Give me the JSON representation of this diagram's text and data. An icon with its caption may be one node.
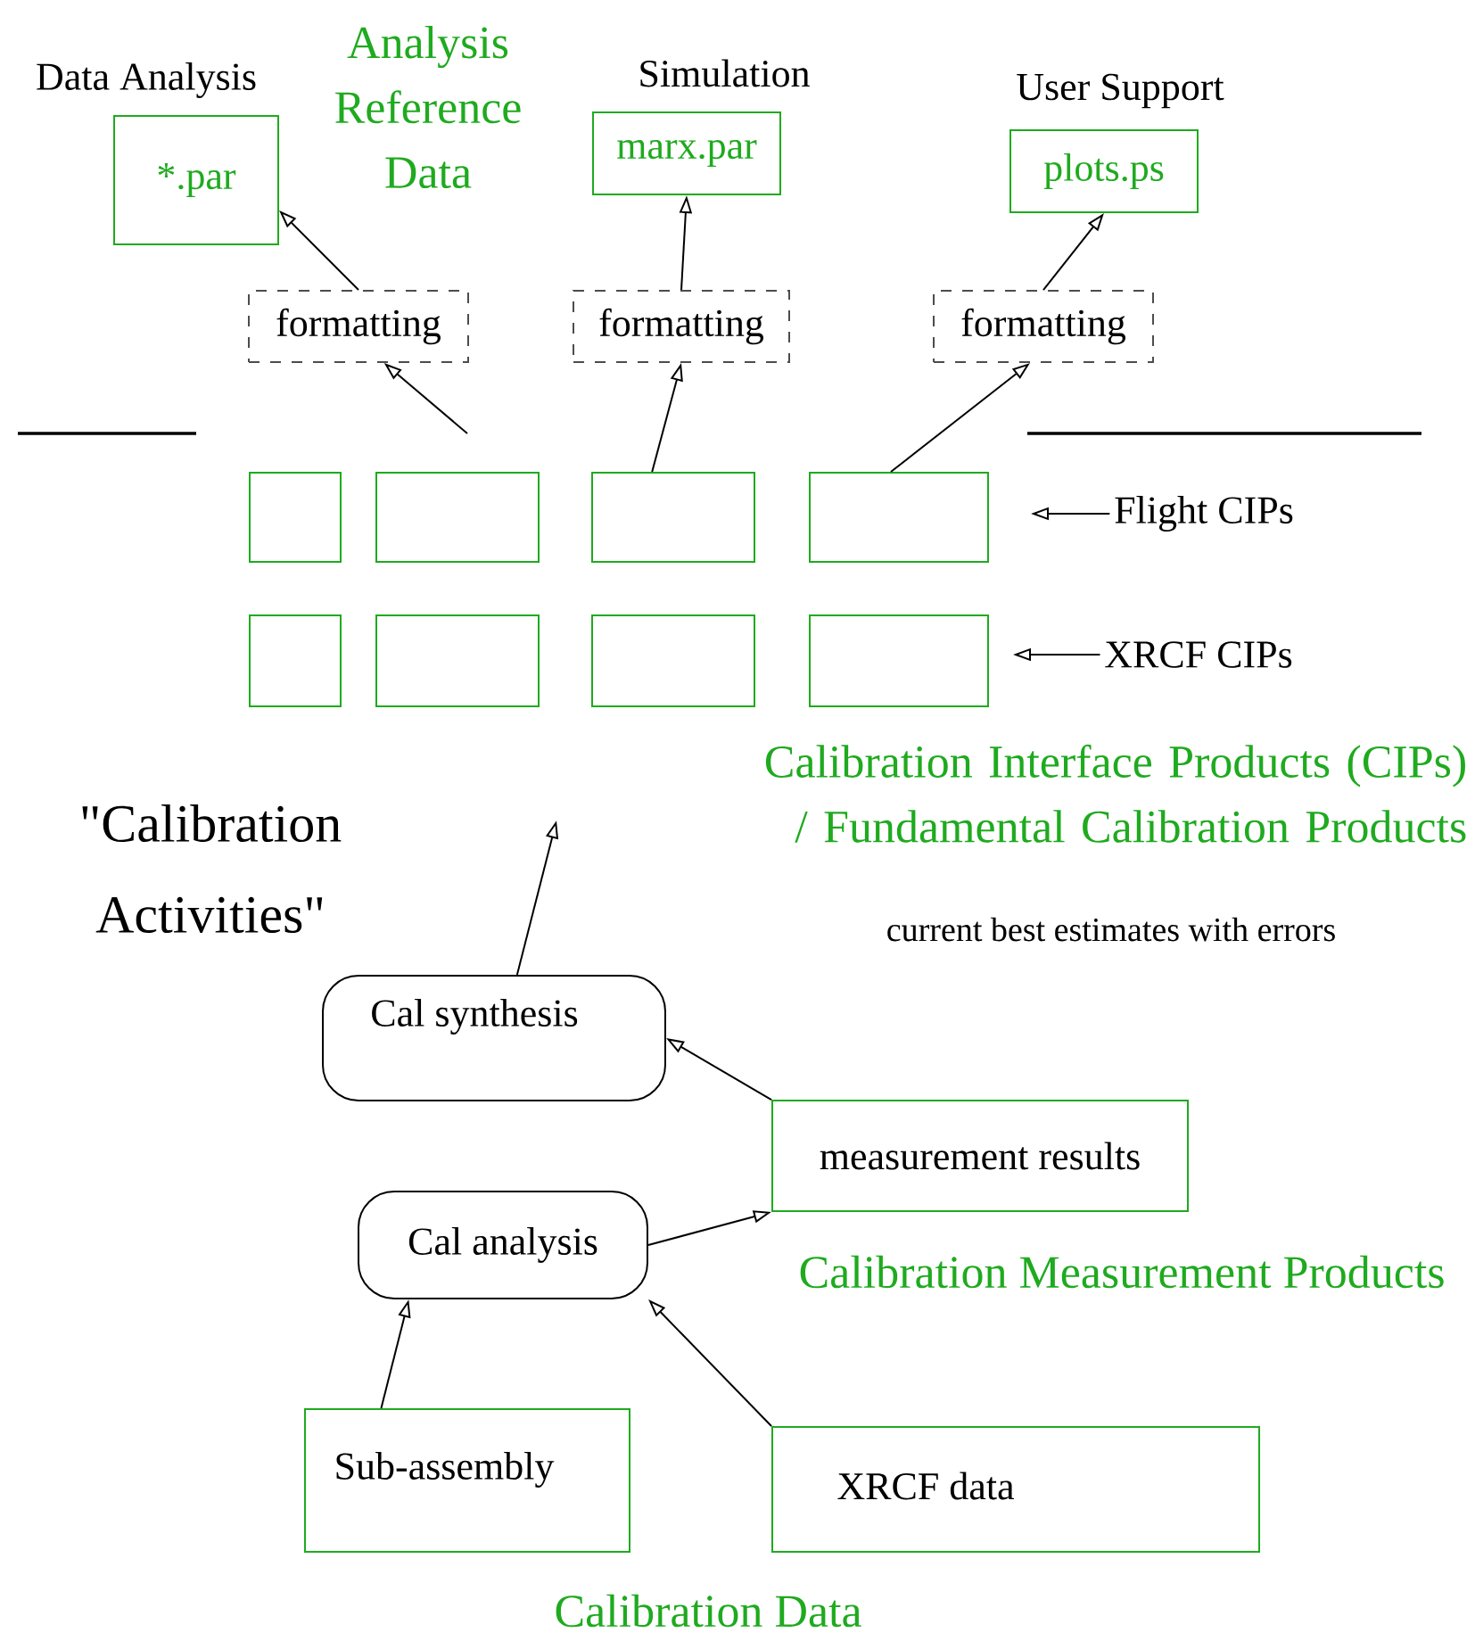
{
  "diagram": {
    "nodes": [
      {
        "text": [
          "Data Analysis",
          "*.par"
        ]
      },
      {
        "text": [
          "Simulation",
          "marx.par"
        ]
      },
      {
        "text": [
          "User Support",
          "plots.ps"
        ]
      },
      {
        "text": [
          "formatting"
        ]
      },
      {
        "text": [
          "formatting"
        ]
      },
      {
        "text": [
          "formatting"
        ]
      },
      {
        "text": [],
        "shape": "box"
      },
      {
        "text": [],
        "shape": "box"
      },
      {
        "text": [],
        "shape": "box"
      },
      {
        "text": [],
        "shape": "box"
      },
      {
        "text": [],
        "shape": "box"
      },
      {
        "text": [],
        "shape": "box"
      },
      {
        "text": [],
        "shape": "box"
      },
      {
        "text": [],
        "shape": "box"
      },
      {
        "text": [
          "Cal synthesis"
        ]
      },
      {
        "text": [
          "measurement results"
        ]
      },
      {
        "text": [
          "Cal analysis"
        ]
      },
      {
        "text": [
          "Sub-assembly"
        ]
      },
      {
        "text": [
          "XRCF data"
        ]
      },
      {
        "text": [
          "Flight CIPs"
        ]
      },
      {
        "text": [
          "XRCF CIPs"
        ]
      }
    ],
    "edges": [
      {
        "from": 3,
        "to": 0,
        "arrow": "to"
      },
      {
        "from": 4,
        "to": 1,
        "arrow": "to"
      },
      {
        "from": 5,
        "to": 2,
        "arrow": "to"
      },
      {
        "from": null,
        "to": 3,
        "arrow": "to"
      },
      {
        "from": 8,
        "to": 4,
        "arrow": "to"
      },
      {
        "from": 9,
        "to": 5,
        "arrow": "to"
      },
      {
        "from": 14,
        "to": null,
        "arrow": "to"
      },
      {
        "from": 15,
        "to": 14,
        "arrow": "to"
      },
      {
        "from": 16,
        "to": 15,
        "arrow": "to"
      },
      {
        "from": 17,
        "to": 16,
        "arrow": "to"
      },
      {
        "from": 18,
        "to": 16,
        "arrow": "to"
      },
      {
        "from": 19,
        "to": null,
        "arrow": "to"
      },
      {
        "from": 20,
        "to": null,
        "arrow": "to"
      }
    ],
    "labels": [
      "Analysis Reference Data",
      "\"Calibration Activities\"",
      "Calibration Interface Products (CIPs) / Fundamental Calibration Products",
      "current best estimates with errors",
      "Calibration Measurement Products",
      "Calibration Data"
    ]
  }
}
